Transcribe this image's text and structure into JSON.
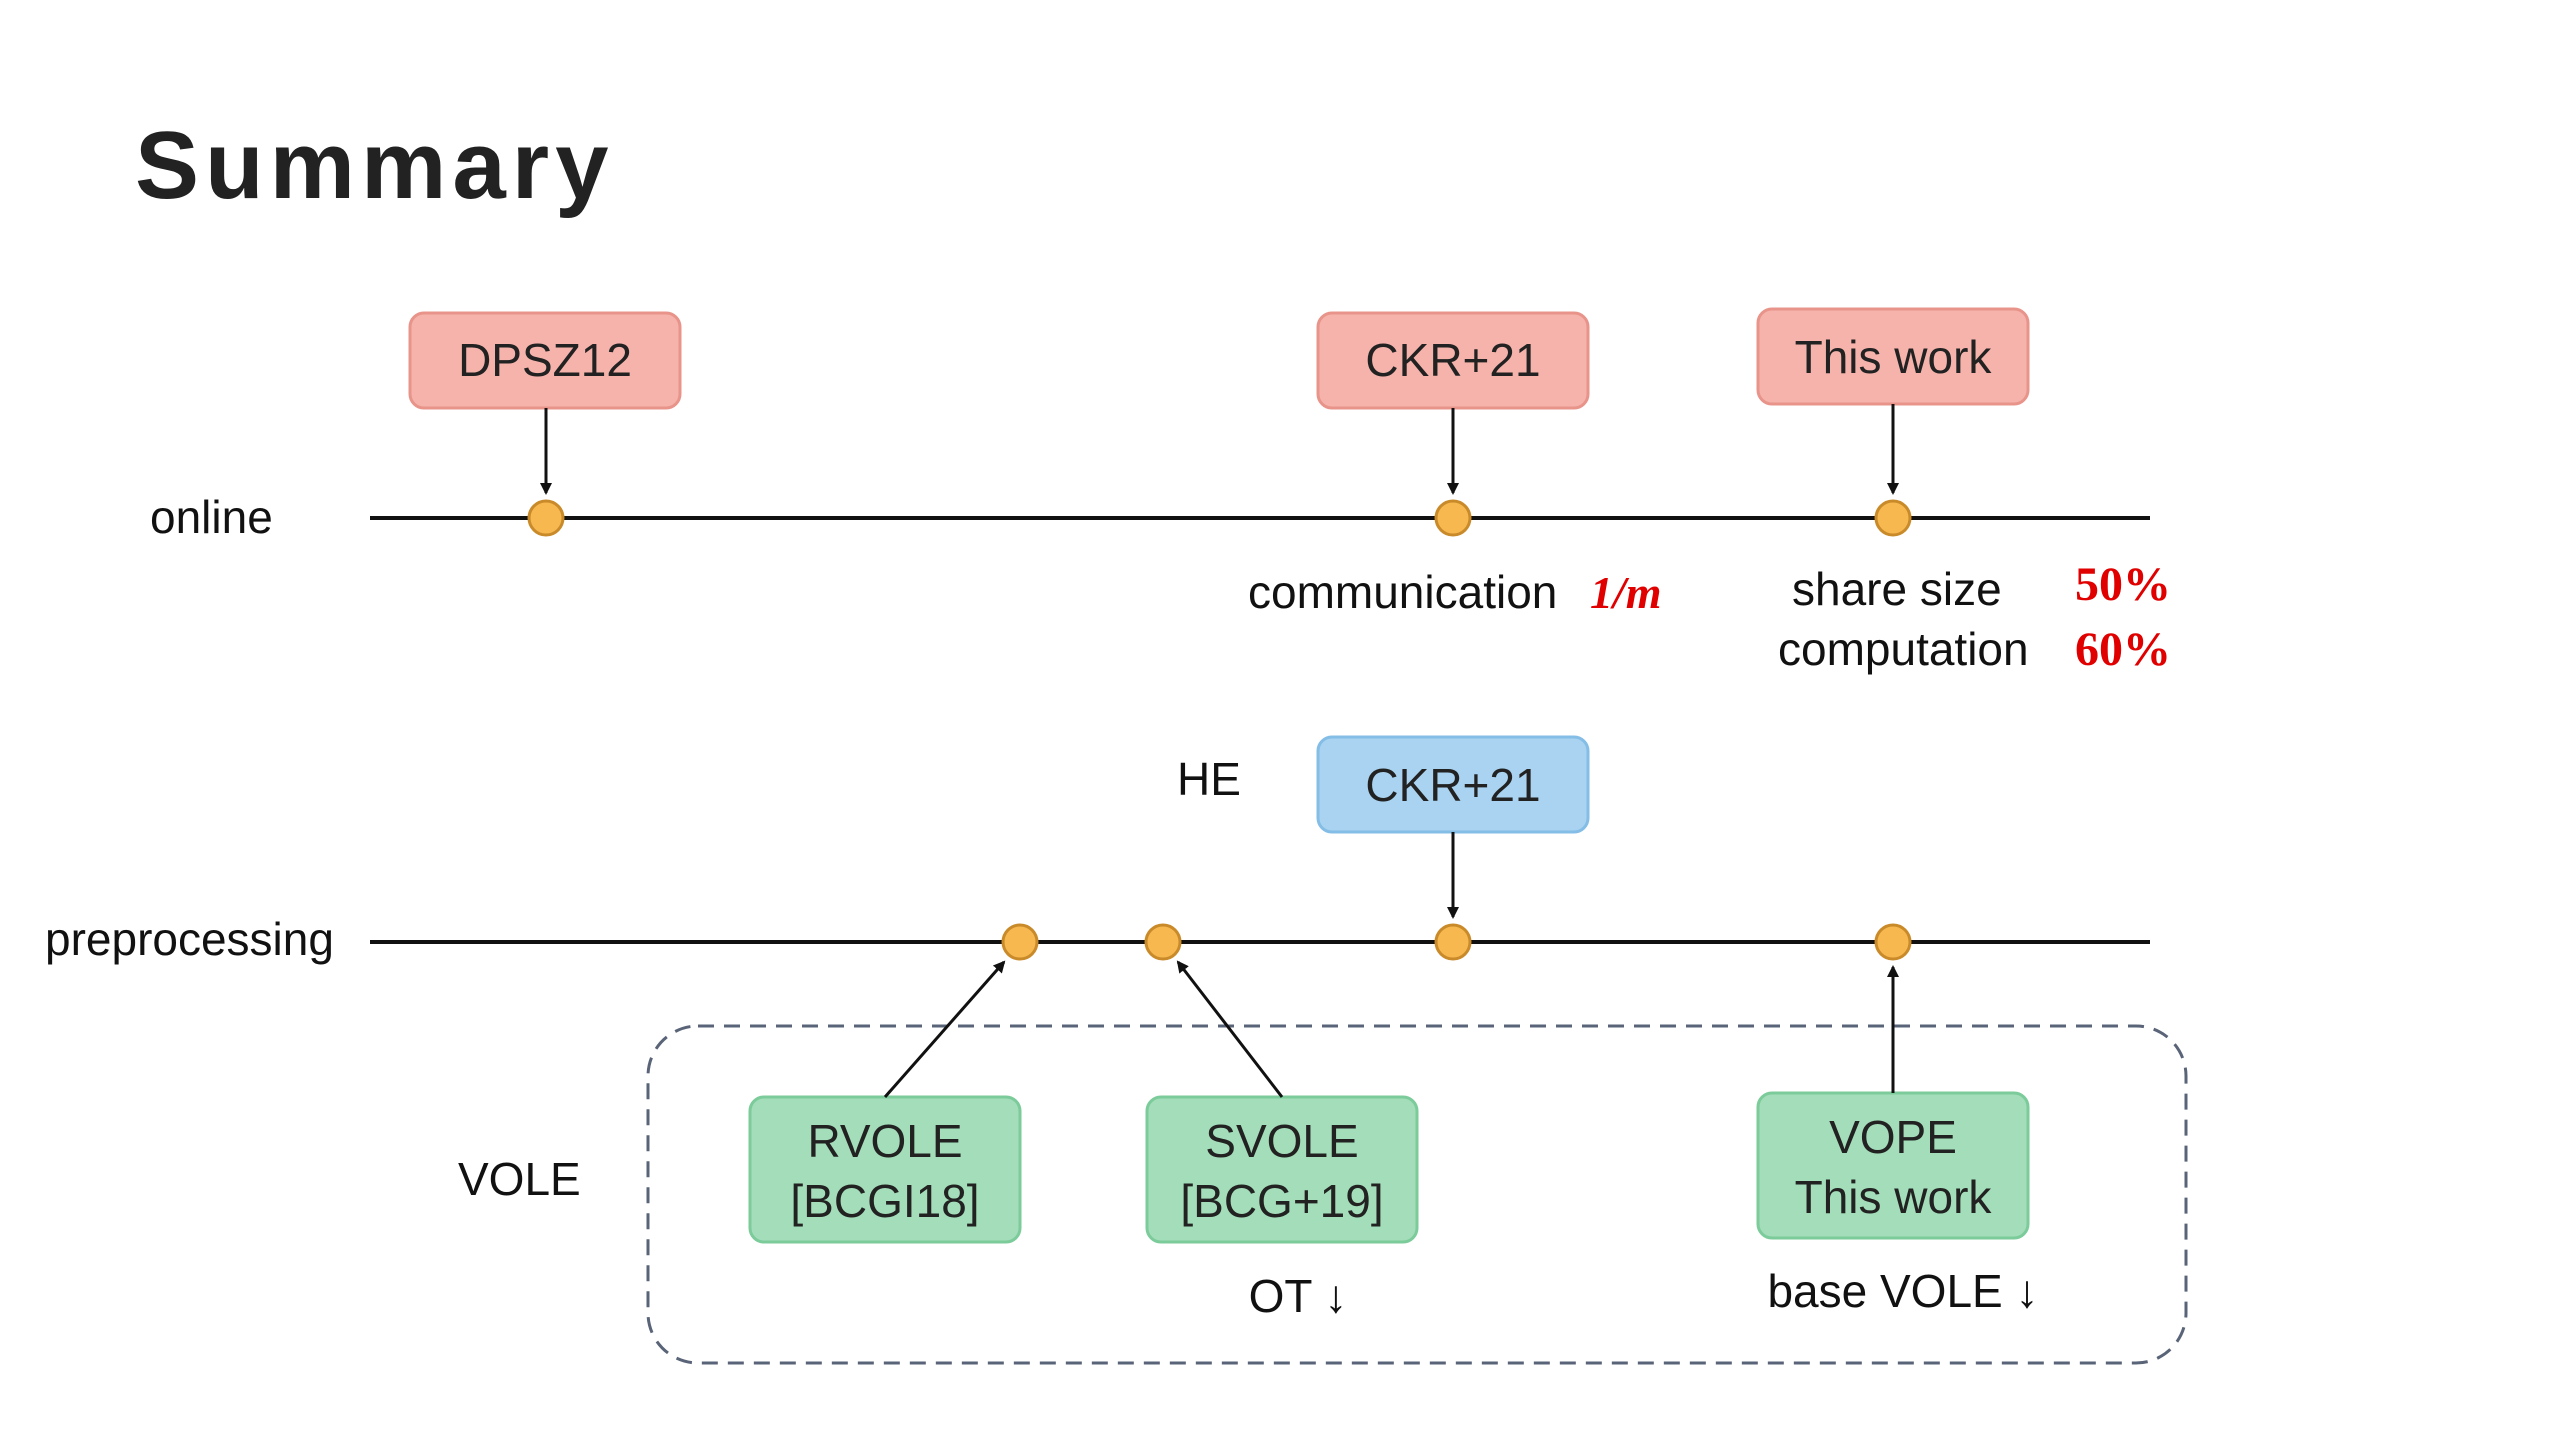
{
  "title": "Summary",
  "colors": {
    "pink_box": "#f5b3ab",
    "pink_box_stroke": "#e8948a",
    "blue_box": "#a9d3f0",
    "blue_box_stroke": "#84bde6",
    "green_box": "#a3ddb9",
    "green_box_stroke": "#7ccb9a",
    "dot_fill": "#f7b850",
    "dot_stroke": "#c98a2a",
    "accent_red": "#e00000",
    "dashed_border": "#5a6478",
    "line": "#111111"
  },
  "online": {
    "label": "online",
    "boxes": {
      "dpsz12": "DPSZ12",
      "ckr21": "CKR+21",
      "this_work": "This work"
    },
    "notes": {
      "communication_label": "communication",
      "communication_value": "1/m",
      "share_size_label": "share size",
      "share_size_value": "50%",
      "computation_label": "computation",
      "computation_value": "60%"
    }
  },
  "preprocessing": {
    "label": "preprocessing",
    "he_label": "HE",
    "he_box": "CKR+21"
  },
  "vole": {
    "label": "VOLE",
    "rvole_line1": "RVOLE",
    "rvole_line2": "[BCGI18]",
    "svole_line1": "SVOLE",
    "svole_line2": "[BCG+19]",
    "vope_line1": "VOPE",
    "vope_line2": "This work",
    "ot_note": "OT ↓",
    "base_vole_note": "base VOLE ↓"
  }
}
